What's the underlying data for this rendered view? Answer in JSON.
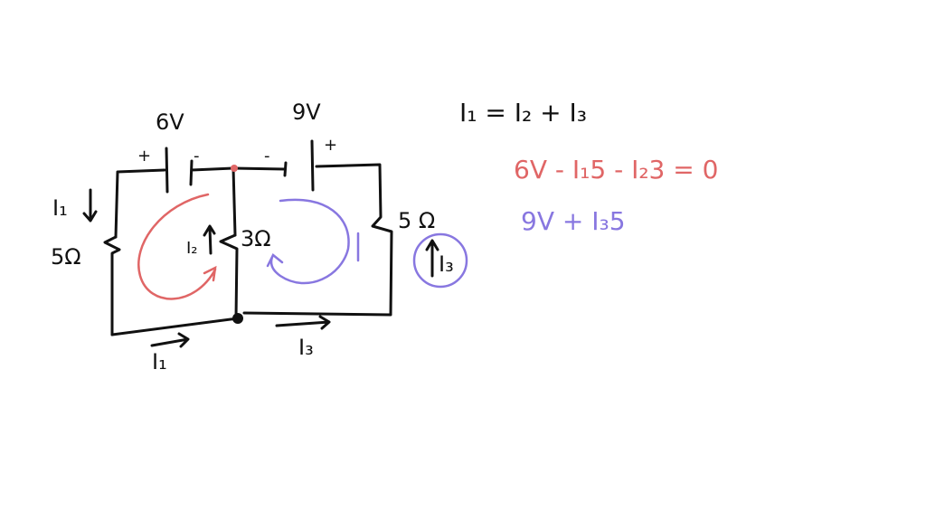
{
  "circuit": {
    "battery_left": {
      "voltage": "6V",
      "plus": "+",
      "minus": "-"
    },
    "battery_right": {
      "voltage": "9V",
      "plus": "+",
      "minus": "-"
    },
    "resistor_left": "5Ω",
    "resistor_middle": "3Ω",
    "resistor_right": "5 Ω",
    "current_left_side": "I₁",
    "current_middle": "I₂",
    "current_right_circled": "I₃",
    "current_bottom_left": "I₁",
    "current_bottom_right": "I₃"
  },
  "equations": {
    "junction": "I₁ = I₂ + I₃",
    "loop_left": "6V - I₁5 - I₂3 = 0",
    "loop_right": "9V + I₃5"
  },
  "colors": {
    "ink": "#111111",
    "loop_left": "#e06666",
    "loop_right": "#8877e0"
  }
}
